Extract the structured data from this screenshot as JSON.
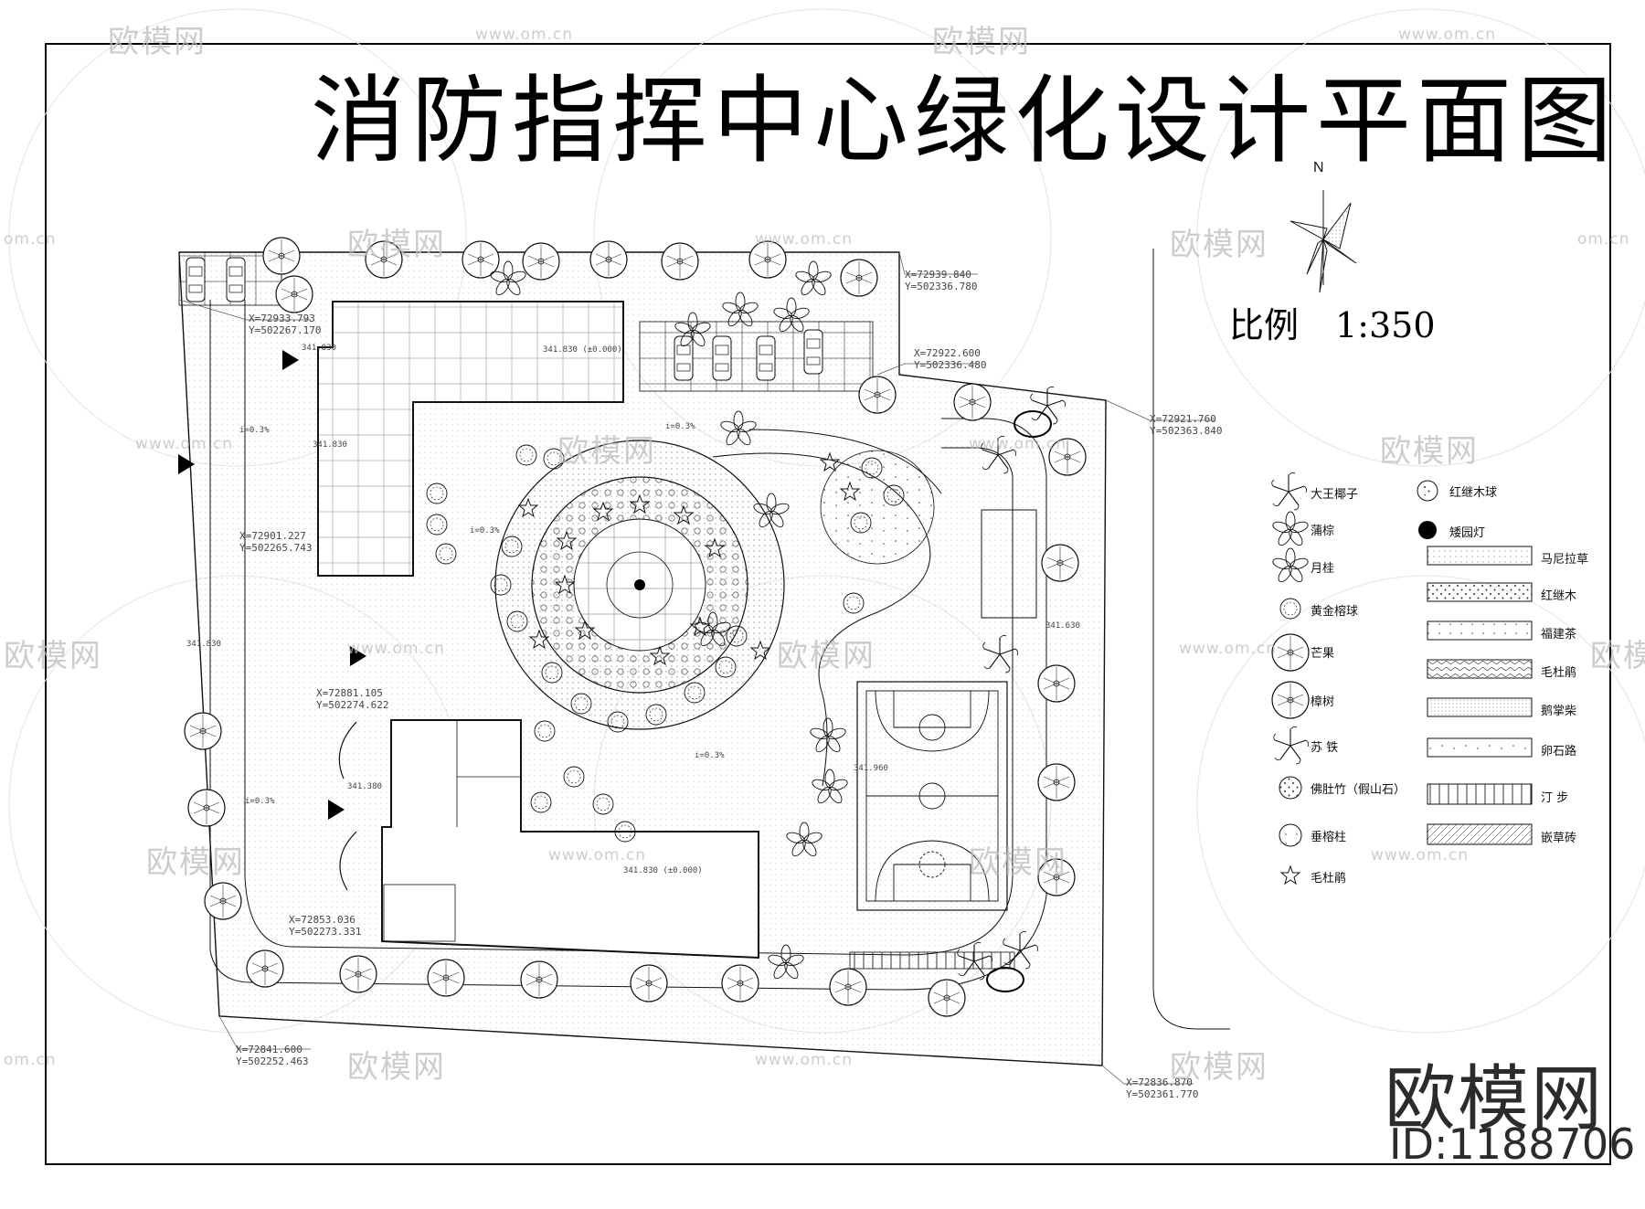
{
  "title": "消防指挥中心绿化设计平面图",
  "scale": {
    "label": "比例",
    "value": "1:350"
  },
  "north_label": "N",
  "coordinates": [
    {
      "x": "X=72939.840",
      "y": "Y=502336.780"
    },
    {
      "x": "X=72933.793",
      "y": "Y=502267.170"
    },
    {
      "x": "X=72922.600",
      "y": "Y=502336.480"
    },
    {
      "x": "X=72921.760",
      "y": "Y=502363.840"
    },
    {
      "x": "X=72901.227",
      "y": "Y=502265.743"
    },
    {
      "x": "X=72881.105",
      "y": "Y=502274.622"
    },
    {
      "x": "X=72853.036",
      "y": "Y=502273.331"
    },
    {
      "x": "X=72841.600",
      "y": "Y=502252.463"
    },
    {
      "x": "X=72836.870",
      "y": "Y=502361.770"
    }
  ],
  "elevations": [
    "341.830",
    "341.830 (±0.000)",
    "341.830",
    "341.830",
    "341.630",
    "341.380",
    "341.960",
    "341.830 (±0.000)"
  ],
  "slopes": [
    "i=0.3%",
    "i=0.3%",
    "i=0.3%",
    "i=0.3%",
    "i=0.3%"
  ],
  "legend_plants": [
    {
      "label": "大王椰子",
      "icon": "palm-icon"
    },
    {
      "label": "蒲棕",
      "icon": "fan-palm-icon"
    },
    {
      "label": "月桂",
      "icon": "laurel-icon"
    },
    {
      "label": "黄金榕球",
      "icon": "ficus-ball-icon"
    },
    {
      "label": "芒果",
      "icon": "mango-tree-icon"
    },
    {
      "label": "樟树",
      "icon": "camphor-tree-icon"
    },
    {
      "label": "苏 铁",
      "icon": "cycad-icon"
    },
    {
      "label": "佛肚竹（假山石）",
      "icon": "bamboo-rock-icon"
    },
    {
      "label": "垂榕柱",
      "icon": "weeping-fig-icon"
    },
    {
      "label": "毛杜鹃",
      "icon": "azalea-icon"
    }
  ],
  "legend_points": [
    {
      "label": "红继木球",
      "icon": "loropetalum-ball-icon"
    },
    {
      "label": "矮园灯",
      "icon": "garden-lamp-icon"
    }
  ],
  "legend_hatches": [
    {
      "label": "马尼拉草",
      "pattern": "grass"
    },
    {
      "label": "红继木",
      "pattern": "dots"
    },
    {
      "label": "福建茶",
      "pattern": "sparse-dots"
    },
    {
      "label": "毛杜鹃",
      "pattern": "waves"
    },
    {
      "label": "鹅掌柴",
      "pattern": "fine-dots"
    },
    {
      "label": "卵石路",
      "pattern": "pebble"
    },
    {
      "label": "汀 步",
      "pattern": "stepping"
    },
    {
      "label": "嵌草砖",
      "pattern": "grass-brick"
    }
  ],
  "watermark": {
    "brand": "欧模网",
    "url": "www.om.cn",
    "short": "om.cn"
  },
  "brand_mark": {
    "name": "欧模网",
    "id": "ID:1188706"
  },
  "colors": {
    "line": "#111111",
    "watermark": "#bdbdbd",
    "paper": "#ffffff"
  }
}
